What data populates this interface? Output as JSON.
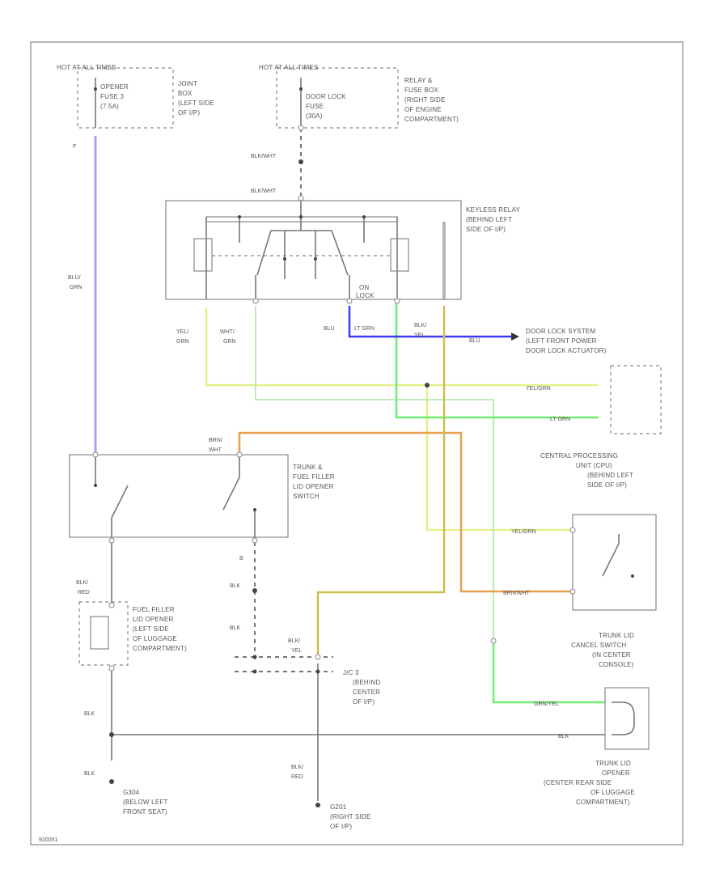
{
  "labels": {
    "hot_left": "HOT AT ALL TIMES",
    "opener_fuse": [
      "OPENER",
      "FUSE 3",
      "(7.5A)"
    ],
    "joint_box": [
      "JOINT",
      "BOX",
      "(LEFT SIDE",
      "OF I/P)"
    ],
    "hot_right": "HOT AT ALL TIMES",
    "door_lock_fuse": [
      "DOOR LOCK",
      "FUSE",
      "(30A)"
    ],
    "relay_box": [
      "RELAY &",
      "FUSE BOX",
      "(RIGHT SIDE",
      "OF ENGINE",
      "COMPARTMENT)"
    ],
    "keyless_relay": [
      "KEYLESS RELAY",
      "(BEHIND LEFT",
      "SIDE OF I/P)"
    ],
    "on_lock": [
      "ON",
      "LOCK"
    ],
    "door_lock_system": [
      "DOOR LOCK SYSTEM",
      "(LEFT FRONT POWER",
      "DOOR LOCK ACTUATOR)"
    ],
    "cpu": [
      "CENTRAL PROCESSING",
      "UNIT (CPU)",
      "(BEHIND LEFT",
      "SIDE OF I/P)"
    ],
    "trunk_switch": [
      "TRUNK &",
      "FUEL FILLER",
      "LID OPENER",
      "SWITCH"
    ],
    "fuel_opener": [
      "FUEL FILLER",
      "LID OPENER",
      "(LEFT SIDE",
      "OF LUGGAGE",
      "COMPARTMENT)"
    ],
    "jc3": [
      "J/C 3",
      "(BEHIND",
      "CENTER",
      "OF I/P)"
    ],
    "cancel_switch": [
      "TRUNK LID",
      "CANCEL SWITCH",
      "(IN CENTER",
      "CONSOLE)"
    ],
    "trunk_opener": [
      "TRUNK LID",
      "OPENER",
      "(CENTER REAR SIDE",
      "OF LUGGAGE",
      "COMPARTMENT)"
    ],
    "g304": [
      "G304",
      "(BELOW LEFT",
      "FRONT SEAT)"
    ],
    "g201": [
      "G201",
      "(RIGHT SIDE",
      "OF I/P)"
    ],
    "fig_id": "920051"
  },
  "wires": {
    "pin_f": "F",
    "blu_grn": [
      "BLU/",
      "GRN"
    ],
    "blk_wht_1": "BLK/WHT",
    "blk_wht_2": "BLK/WHT",
    "yel_grn": [
      "YEL/",
      "GRN"
    ],
    "wht_grn": [
      "WHT/",
      "GRN"
    ],
    "blu": "BLU",
    "lt_grn": "LT GRN",
    "blk_yel_top": [
      "BLK/",
      "YEL"
    ],
    "blu_right": "BLU",
    "yel_grn_right": "YEL/GRN",
    "lt_grn_right": "LT GRN",
    "brn_wht_top": [
      "BRN/",
      "WHT"
    ],
    "yel_grn_cpu": "YEL/GRN",
    "brn_wht_cpu": "BRN/WHT",
    "pin_b": "B",
    "blk_a": "BLK",
    "blk_b": "BLK",
    "blk_red_top": [
      "BLK/",
      "RED"
    ],
    "blk_yel_mid": [
      "BLK/",
      "YEL"
    ],
    "blk_c": "BLK",
    "blk_d": "BLK",
    "grn_yel": "GRN/YEL",
    "blk_e": "BLK",
    "blk_red_bot": [
      "BLK/",
      "RED"
    ]
  },
  "colors": {
    "purple": "#b09cf0",
    "blue": "#3a3af0",
    "yellow": "#e6f08a",
    "green": "#6ef06e",
    "lightgreen": "#b8e8b0",
    "orange": "#e8a050",
    "olive": "#c8c050",
    "gray": "#777777"
  }
}
